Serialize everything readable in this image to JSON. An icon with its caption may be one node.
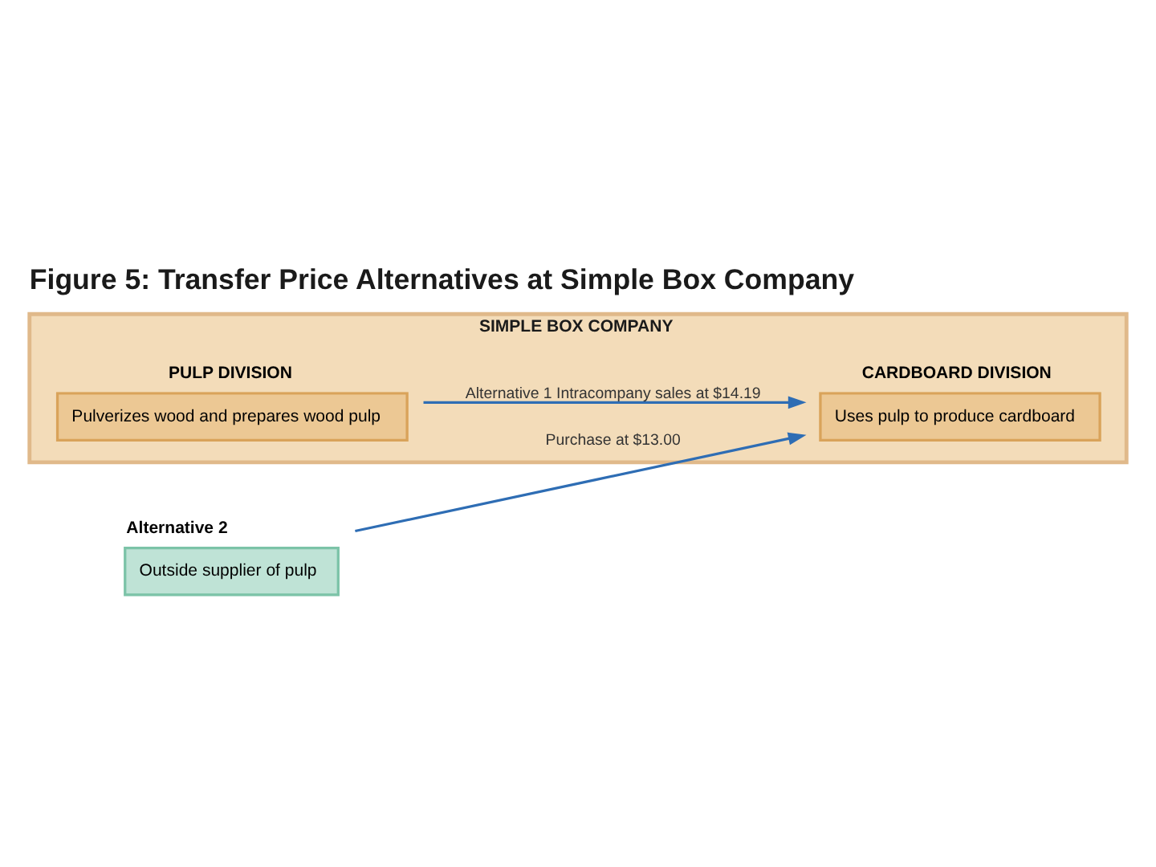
{
  "diagram": {
    "title": "Figure 5: Transfer Price Alternatives at Simple Box Company",
    "nodes": [
      {
        "text": [
          "SIMPLE BOX COMPANY"
        ]
      },
      {
        "text": [
          "PULP DIVISION",
          "Pulverizes wood and prepares wood pulp"
        ],
        "in": 0
      },
      {
        "text": [
          "CARDBOARD DIVISION",
          "Uses pulp to produce cardboard"
        ],
        "in": 0
      },
      {
        "text": [
          "Outside supplier of pulp"
        ],
        "beside": [
          "Alternative 2"
        ]
      }
    ],
    "edges": [
      {
        "from": 1,
        "to": 2,
        "arrow": "to",
        "label": "Alternative 1 Intracompany sales at $14.19"
      },
      {
        "from": 3,
        "to": 2,
        "arrow": "to",
        "label": "Purchase at $13.00"
      }
    ]
  }
}
